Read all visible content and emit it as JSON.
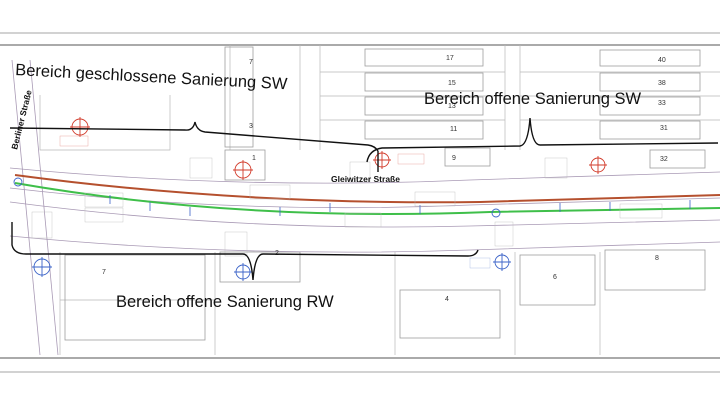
{
  "labels": {
    "closed_sw": "Bereich geschlossene Sanierung SW",
    "open_sw": "Bereich offene Sanierung SW",
    "open_rw": "Bereich offene Sanierung RW"
  },
  "streets": {
    "berliner": "Berliner Straße",
    "gleiwitzer": "Gleiwitzer Straße"
  },
  "lots": {
    "n7": "7",
    "n3": "3",
    "n1": "1",
    "n17": "17",
    "n15": "15",
    "n13": "13",
    "n11": "11",
    "n9": "9",
    "n40": "40",
    "n38": "38",
    "n33": "33",
    "n31": "31",
    "n32": "32",
    "s7": "7",
    "s2": "2",
    "s4": "4",
    "s6": "6",
    "s8": "8"
  },
  "colors": {
    "sewer_sw": "#b5502e",
    "sewer_rw": "#3fbf4a",
    "manhole_red": "#d23a2a",
    "manhole_blue": "#3b63c8",
    "annotation": "#111111"
  }
}
